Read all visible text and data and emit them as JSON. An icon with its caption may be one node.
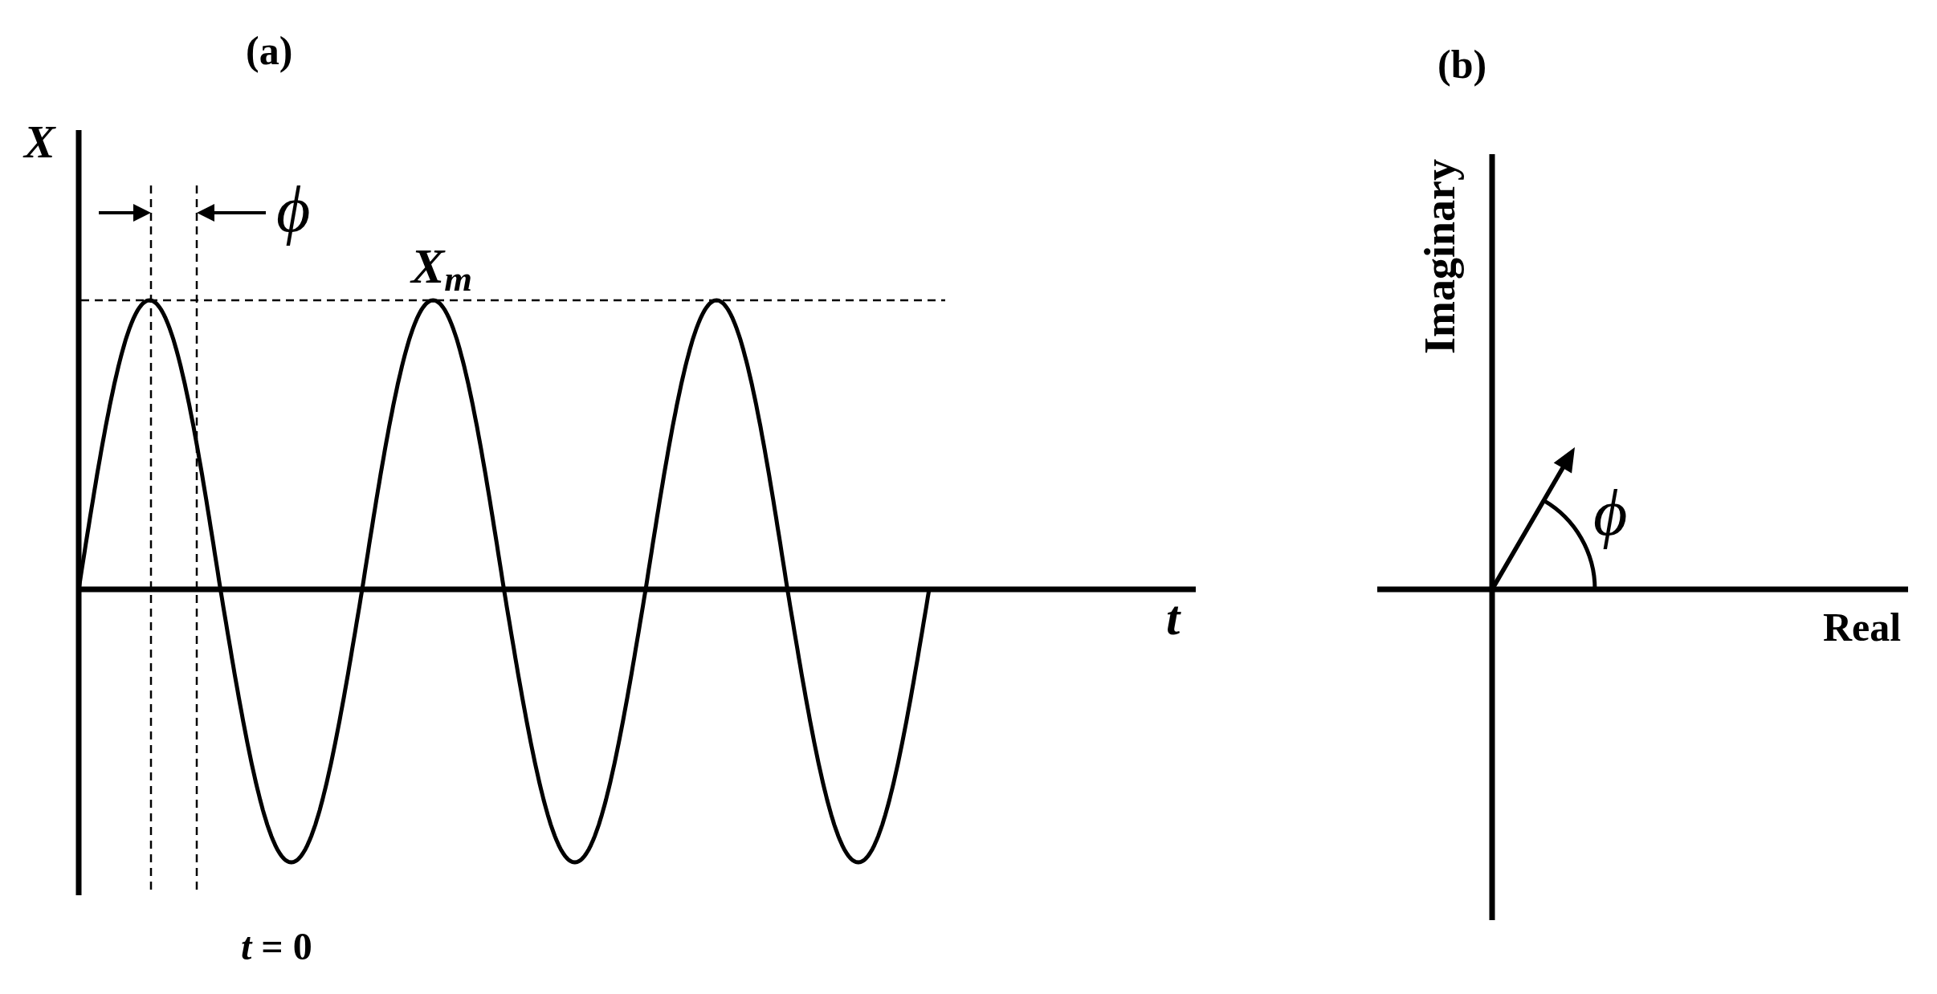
{
  "diagram": {
    "labels": [
      "(a)",
      "X",
      "ϕ",
      "X$_{m}$",
      "t",
      "*t* = 0",
      "(b)",
      "Imaginary",
      "ϕ",
      "Real"
    ]
  }
}
